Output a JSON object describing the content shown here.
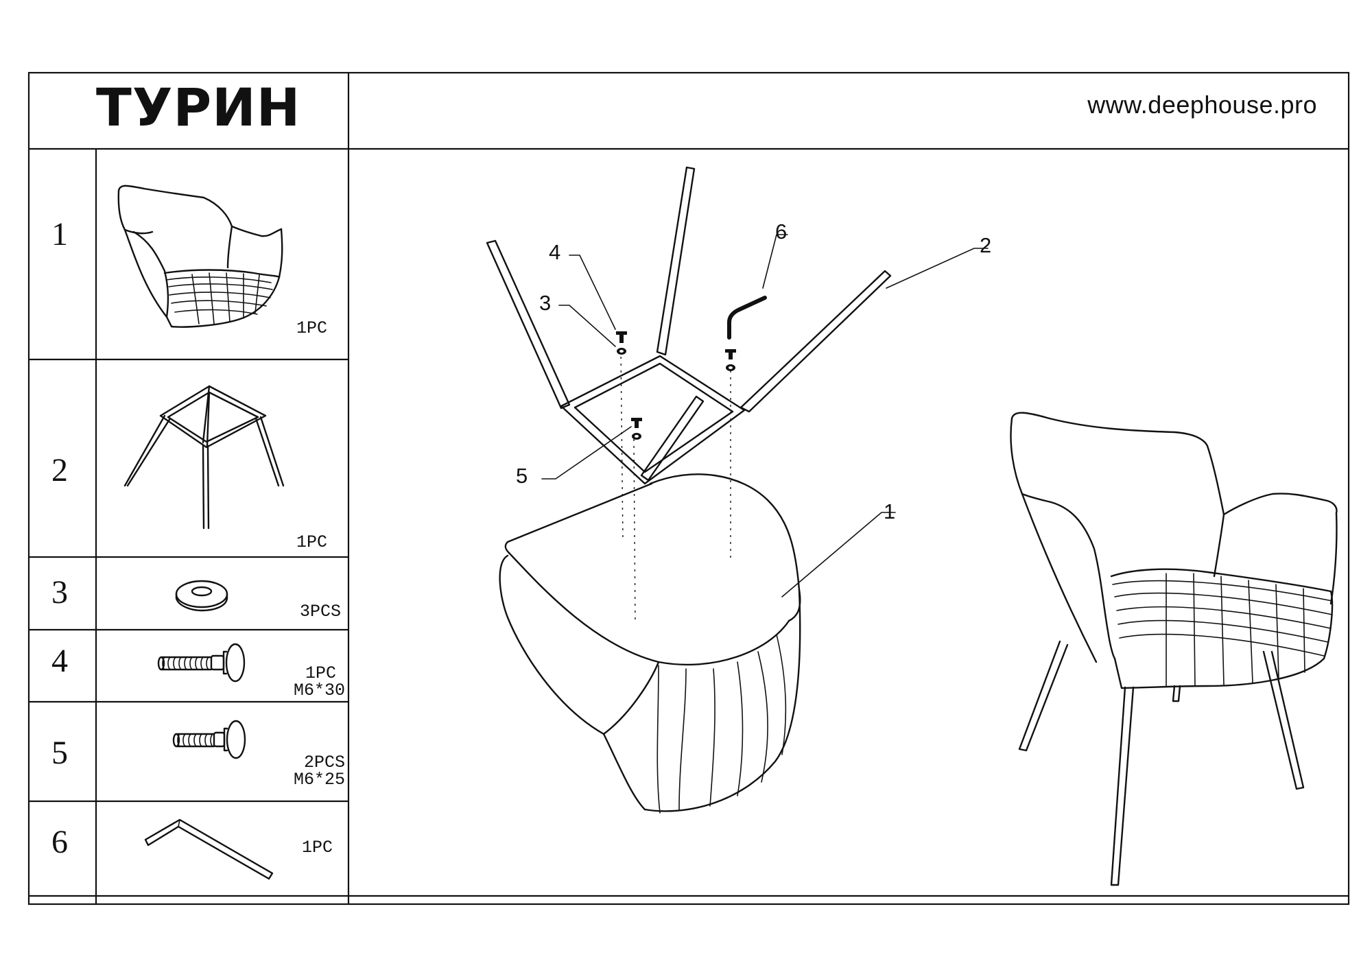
{
  "header": {
    "title": "ТУРИН",
    "website": "www.deephouse.pro"
  },
  "parts": [
    {
      "number": "1",
      "quantity": "1PC",
      "spec": "",
      "icon": "armchair-icon"
    },
    {
      "number": "2",
      "quantity": "1PC",
      "spec": "",
      "icon": "chair-base-frame-icon"
    },
    {
      "number": "3",
      "quantity": "3PCS",
      "spec": "",
      "icon": "washer-icon"
    },
    {
      "number": "4",
      "quantity": "1PC",
      "spec": "M6*30",
      "icon": "long-bolt-icon"
    },
    {
      "number": "5",
      "quantity": "2PCS",
      "spec": "M6*25",
      "icon": "short-bolt-icon"
    },
    {
      "number": "6",
      "quantity": "1PC",
      "spec": "",
      "icon": "hex-key-icon"
    }
  ],
  "callouts": [
    "1",
    "2",
    "3",
    "4",
    "5",
    "6"
  ]
}
